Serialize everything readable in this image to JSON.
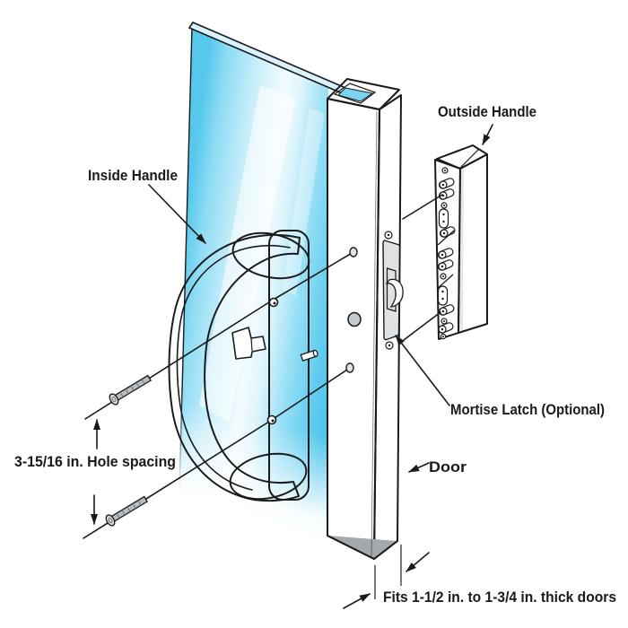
{
  "labels": {
    "inside_handle": "Inside Handle",
    "outside_handle": "Outside Handle",
    "mortise_latch": "Mortise Latch (Optional)",
    "door": "Door",
    "hole_spacing": "3-15/16 in. Hole spacing",
    "door_thickness": "Fits 1-1/2 in. to 1-3/4 in. thick doors"
  },
  "colors": {
    "background": "#ffffff",
    "line": "#1a1a1a",
    "glass_cyan": "#55c8ec",
    "glass_highlight": "#f2fbfe",
    "door_front_gray": "#bdc1c5",
    "door_side_gray": "#b2b6ba",
    "door_top_gray": "#ced2d6",
    "door_bottom_gray": "#a4a9ad",
    "hardware_white": "#ffffff",
    "metal_gray": "#b7bcc1"
  }
}
